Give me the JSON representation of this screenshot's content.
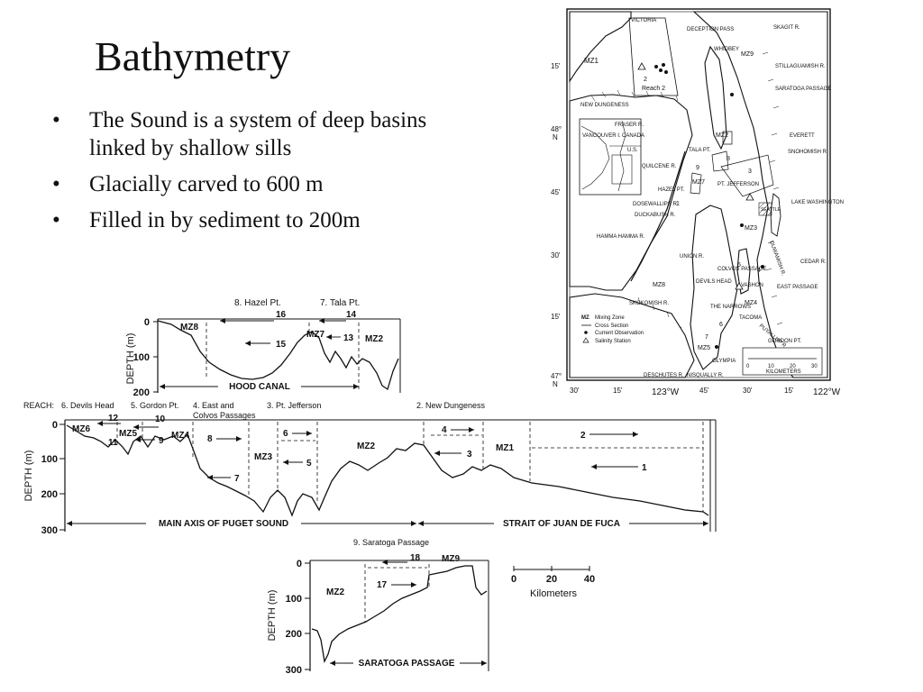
{
  "slide": {
    "title": "Bathymetry",
    "bullets": [
      "The Sound is a system of deep basins linked by shallow sills",
      "Glacially carved to 600 m",
      "Filled in by sediment to 200m"
    ]
  },
  "map": {
    "lat_labels": [
      "15'",
      "48°\nN",
      "45'",
      "30'",
      "15'",
      "47°\nN"
    ],
    "lon_labels": [
      "30'",
      "15'",
      "123°W",
      "45'",
      "30'",
      "15'",
      "122°W"
    ],
    "places": {
      "victoria": "VICTORIA",
      "deception_pass": "DECEPTION PASS",
      "skagit": "SKAGIT R.",
      "whidbey": "WHIDBEY",
      "mz1": "MZ1",
      "reach2": "Reach 2",
      "stillaguamish": "STILLAGUAMISH R.",
      "saratoga": "SARATOGA PASSAGE",
      "new_dungeness": "NEW DUNGENESS",
      "mz9": "MZ9",
      "everett": "EVERETT",
      "snohomish": "SNOHOMISH R.",
      "fraser": "FRASER R.",
      "vancouver": "VANCOUVER I.",
      "canada": "CANADA",
      "us": "U.S.",
      "tala": "TALA PT.",
      "mz2": "MZ2",
      "quilcene": "QUILCENE R.",
      "hazel": "HAZEL PT.",
      "mz7": "MZ7",
      "jefferson": "PT. JEFFERSON",
      "dosewallips": "DOSEWALLIPS R.",
      "duckabush": "DUCKABUSH R.",
      "seattle": "SEATTLE",
      "lake_washington": "LAKE WASHINGTON",
      "mz3": "MZ3",
      "hamma": "HAMMA HAMMA R.",
      "union": "UNION R.",
      "colvos": "COLVOS PASSAGE",
      "cedar": "CEDAR R.",
      "mz8": "MZ8",
      "devils": "DEVILS HEAD",
      "vashon": "VASHON",
      "east_passage": "EAST PASSAGE",
      "skokomish": "SKOKOMISH R.",
      "narrows": "THE NARROWS",
      "mz4": "MZ4",
      "tacoma": "TACOMA",
      "mz5": "MZ5",
      "gordon": "GORDON PT.",
      "olympia": "OLYMPIA",
      "deschutes": "DESCHUTES R.",
      "nisqually": "NISQUALLY R.",
      "puyallup": "PUYALLUP R.",
      "duwamish": "DUWAMISH R."
    },
    "numbers": [
      "1",
      "2",
      "3",
      "4",
      "5",
      "6",
      "7",
      "8",
      "9"
    ],
    "legend": {
      "mz": "MZ",
      "mz_text": "Mixing Zone",
      "cross": "Cross Section",
      "current": "Current Observation",
      "salinity": "Salinity Station"
    },
    "scale": {
      "ticks": [
        "0",
        "10",
        "20",
        "30"
      ],
      "unit": "KILOMETERS"
    }
  },
  "profiles": {
    "ylabel": "DEPTH (m)",
    "hood": {
      "yticks": [
        "0",
        "100",
        "200"
      ],
      "reach_labels": [
        "8. Hazel Pt.",
        "7. Tala Pt."
      ],
      "numbers": [
        "16",
        "14",
        "15",
        "13"
      ],
      "zones": [
        "MZ8",
        "MZ7",
        "MZ2"
      ],
      "bottom_label": "HOOD CANAL"
    },
    "main": {
      "yticks": [
        "0",
        "100",
        "200",
        "300"
      ],
      "reach_prefix": "REACH:",
      "reach_labels": [
        "6. Devils Head",
        "5. Gordon Pt.",
        "4. East and",
        "Colvos Passages",
        "3. Pt. Jefferson",
        "2. New Dungeness"
      ],
      "numbers": [
        "12",
        "10",
        "11",
        "9",
        "8",
        "7",
        "6",
        "5",
        "4",
        "3",
        "2",
        "1"
      ],
      "zones": [
        "MZ6",
        "MZ5",
        "MZ4",
        "MZ3",
        "MZ2",
        "MZ1"
      ],
      "bottom_left": "MAIN AXIS OF PUGET SOUND",
      "bottom_right": "STRAIT OF JUAN DE FUCA"
    },
    "saratoga": {
      "yticks": [
        "0",
        "100",
        "200",
        "300"
      ],
      "reach_label": "9. Saratoga Passage",
      "numbers": [
        "18",
        "17"
      ],
      "zones": [
        "MZ9",
        "MZ2"
      ],
      "bottom_label": "SARATOGA PASSAGE"
    },
    "scale": {
      "ticks": [
        "0",
        "20",
        "40"
      ],
      "unit": "Kilometers"
    }
  }
}
